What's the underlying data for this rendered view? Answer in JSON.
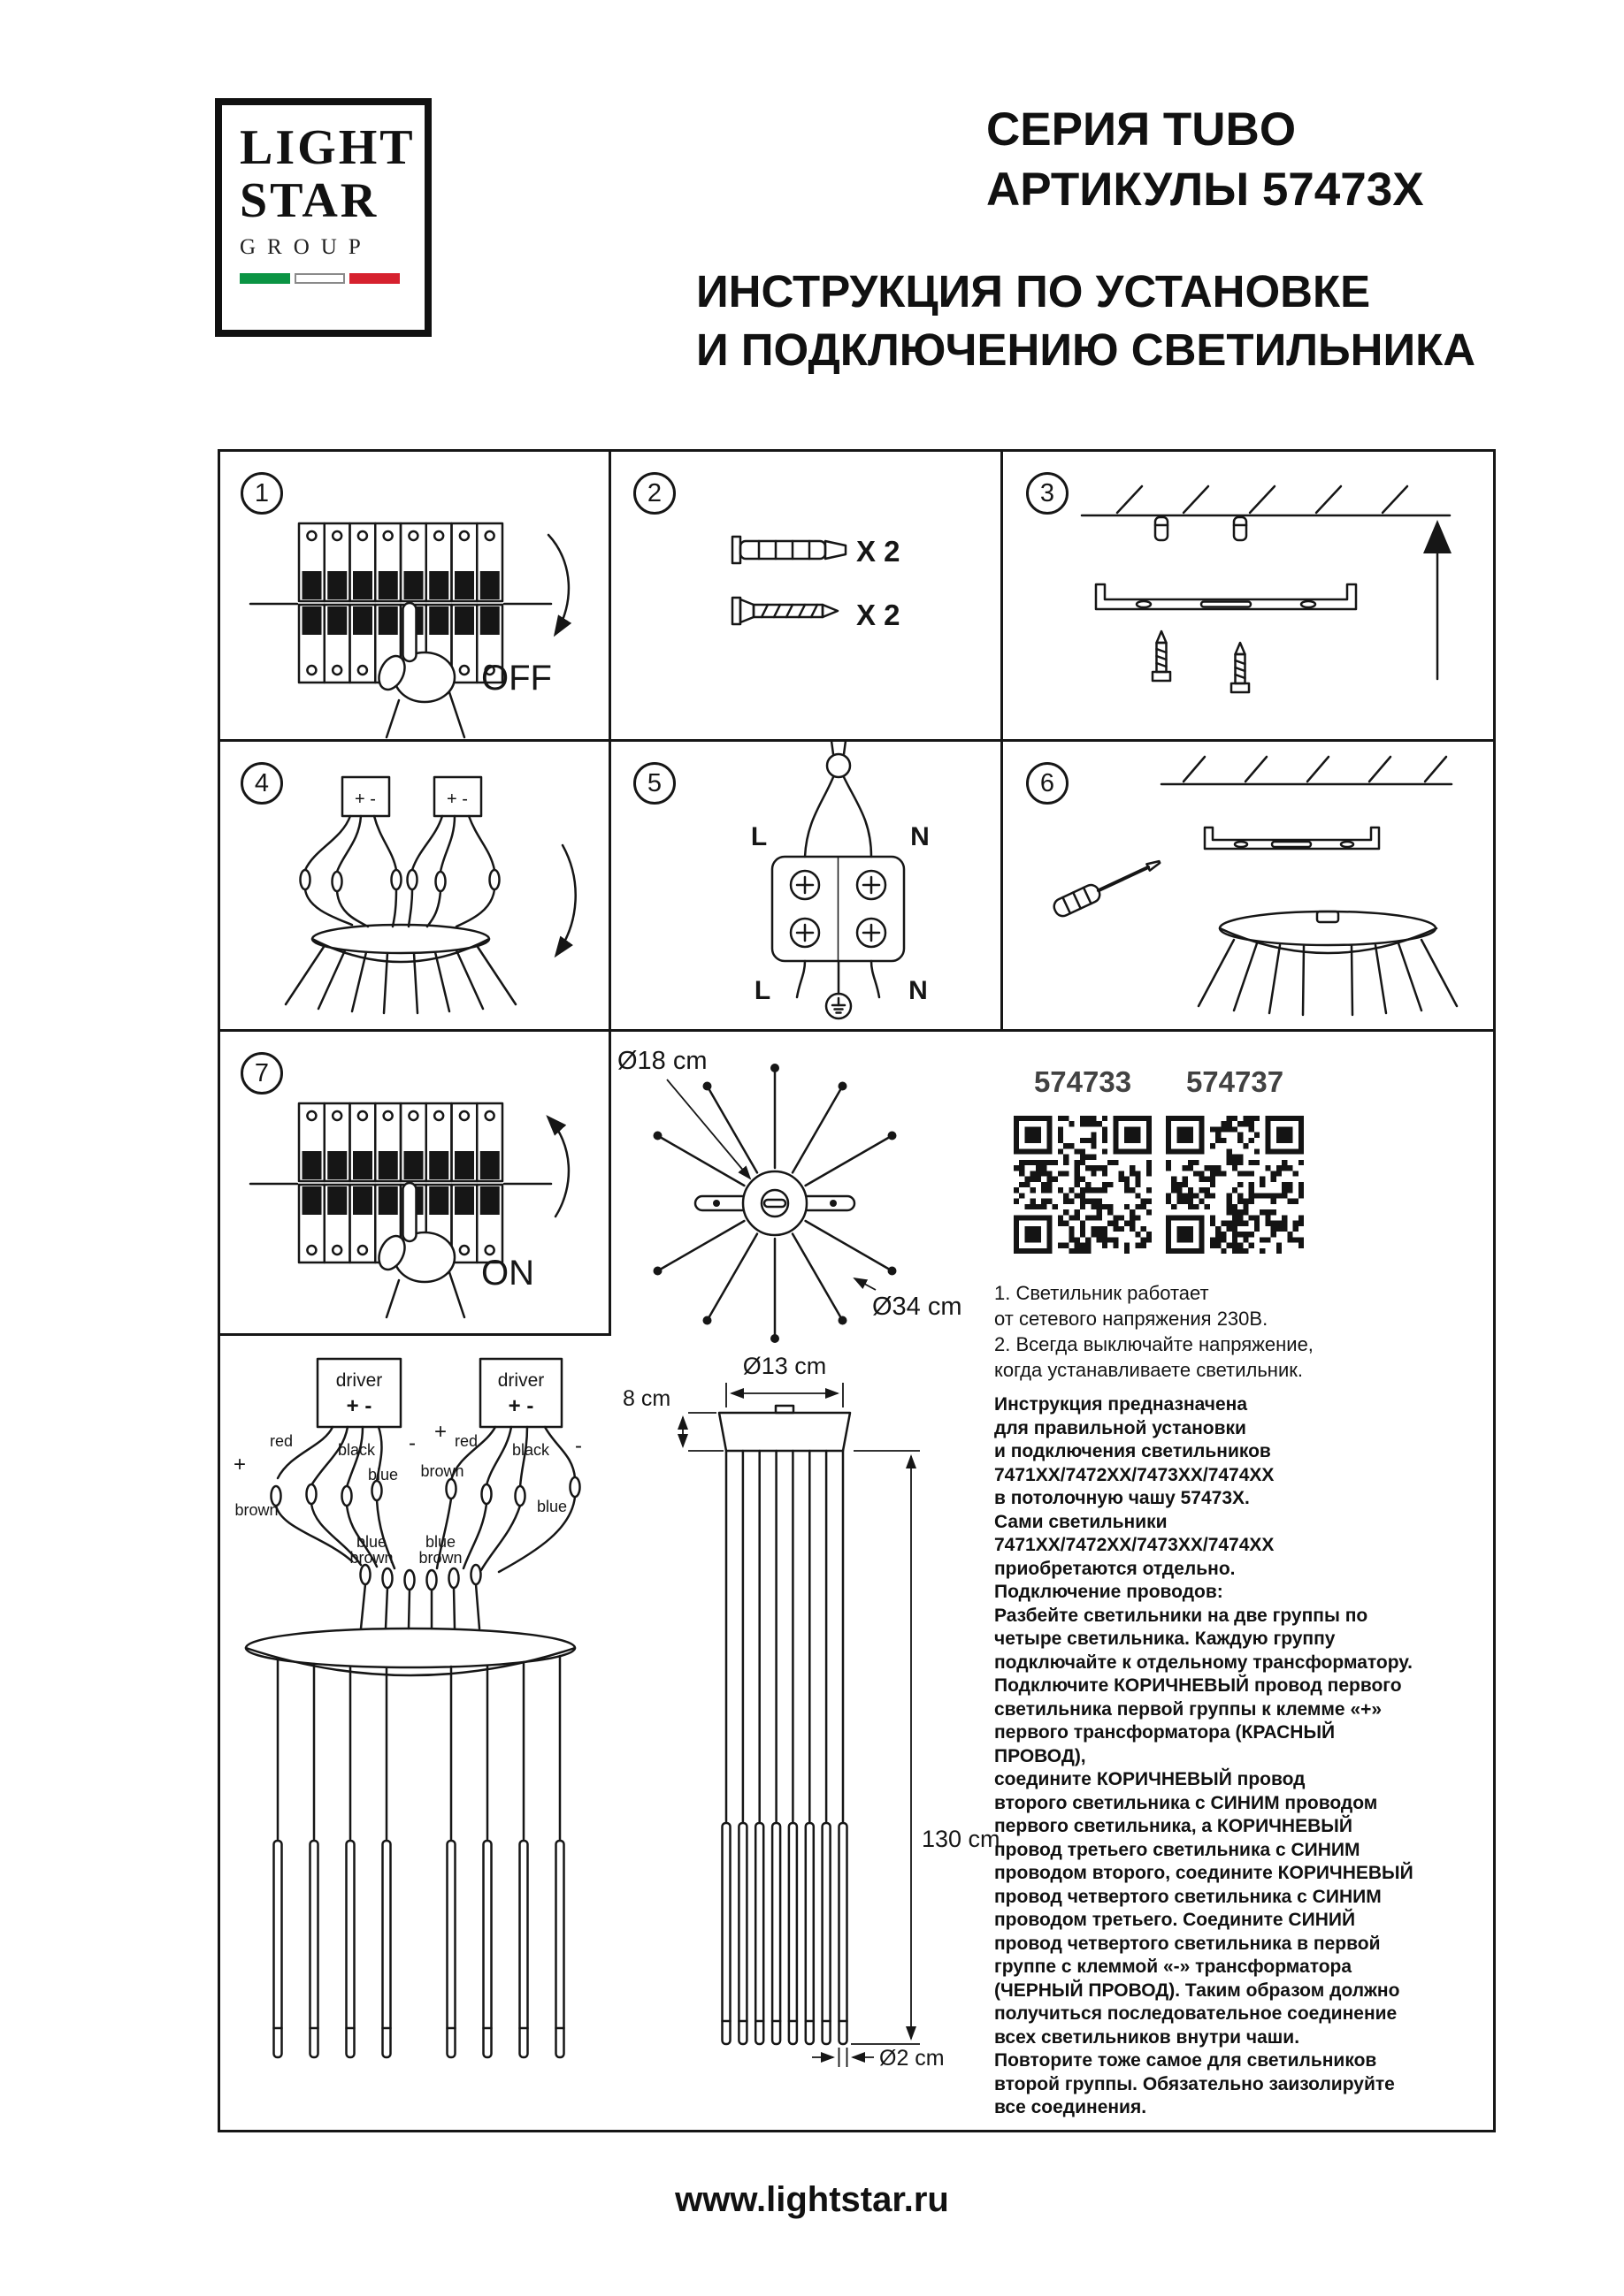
{
  "header": {
    "logo_line1": "LIGHT",
    "logo_line2": "STAR",
    "logo_line3": "GROUP",
    "series": "СЕРИЯ TUBO",
    "articles": "АРТИКУЛЫ 57473X",
    "title_line1": "ИНСТРУКЦИЯ ПО УСТАНОВКЕ",
    "title_line2": "И ПОДКЛЮЧЕНИЮ СВЕТИЛЬНИКА"
  },
  "steps": {
    "n1": "1",
    "n2": "2",
    "n3": "3",
    "n4": "4",
    "n5": "5",
    "n6": "6",
    "n7": "7",
    "off": "OFF",
    "on": "ON",
    "qty_dowel": "X 2",
    "qty_screw": "X 2",
    "box_pm_left": "+ -",
    "box_pm_right": "+ -",
    "l_top": "L",
    "n_top": "N",
    "l_bot": "L",
    "n_bot": "N"
  },
  "top_view": {
    "dim_inner": "Ø18 cm",
    "dim_outer": "Ø34 cm"
  },
  "codes": {
    "label1": "574733",
    "label2": "574737"
  },
  "notes": "1. Светильник работает\nот сетевого напряжения 230В.\n2. Всегда выключайте напряжение,\nкогда устанавливаете светильник.",
  "wiring": {
    "driver1": "driver",
    "driver1_pm": "+ -",
    "driver2": "driver",
    "driver2_pm": "+ -",
    "red1": "red",
    "black1": "black",
    "plus1": "+",
    "brown1": "brown",
    "blue1": "blue",
    "minus1": "-",
    "plus2": "+",
    "red2": "red",
    "brown2": "brown",
    "black2": "black",
    "blue2": "blue",
    "minus2": "-",
    "blue3": "blue",
    "brown3": "brown",
    "blue4": "blue",
    "brown4": "brown"
  },
  "side_view": {
    "dim_width": "Ø13 cm",
    "dim_cup": "8 cm",
    "dim_length": "130 cm",
    "dim_tube": "Ø2 cm"
  },
  "instructions": "Инструкция предназначена\nдля правильной установки\nи подключения светильников\n7471XX/7472XX/7473XX/7474XX\nв потолочную чашу 57473X.\nСами светильники\n7471XX/7472XX/7473XX/7474XX\nприобретаются отдельно.\nПодключение проводов:\nРазбейте светильники на две группы по\nчетыре светильника. Каждую группу\nподключайте к отдельному трансформатору.\nПодключите КОРИЧНЕВЫЙ провод первого\nсветильника первой группы к клемме «+»\nпервого трансформатора (КРАСНЫЙ ПРОВОД),\nсоедините КОРИЧНЕВЫЙ провод\nвторого светильника с СИНИМ проводом\nпервого светильника, а КОРИЧНЕВЫЙ\nпровод третьего светильника с СИНИМ\nпроводом второго, соедините КОРИЧНЕВЫЙ\nпровод четвертого светильника с СИНИМ\nпроводом третьего. Соедините СИНИЙ\nпровод четвертого светильника в первой\nгруппе с клеммой «-» трансформатора\n(ЧЕРНЫЙ ПРОВОД). Таким образом должно\nполучиться последовательное соединение\nвсех светильников внутри чаши.\nПовторите тоже самое для светильников\nвторой группы. Обязательно заизолируйте\nвсе соединения.",
  "footer": "www.lightstar.ru"
}
